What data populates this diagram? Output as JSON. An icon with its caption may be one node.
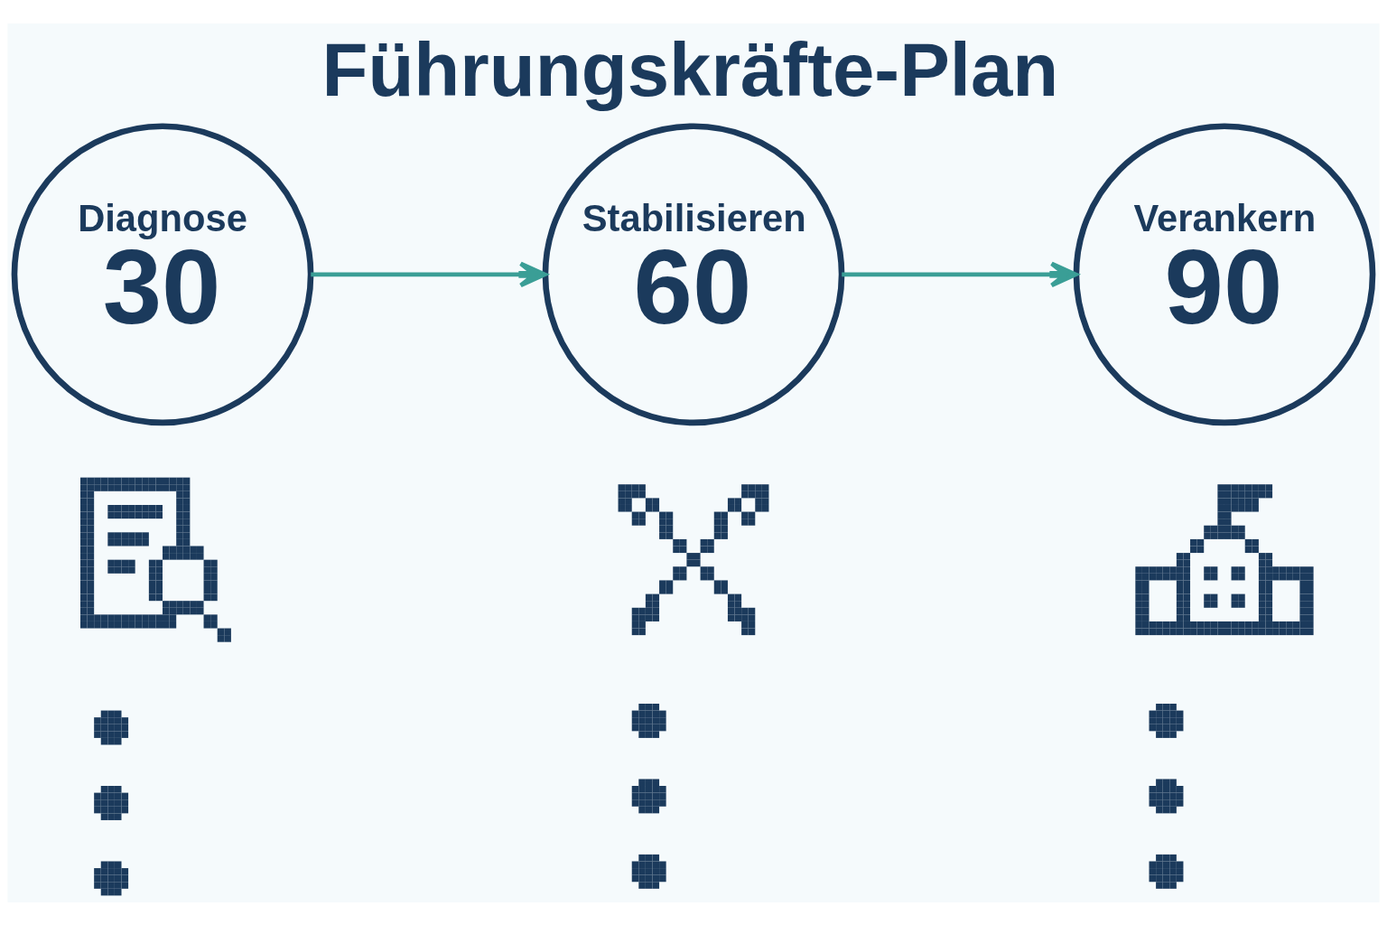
{
  "diagram": {
    "title": "Führungskräfte-Plan",
    "nodes": [
      {
        "text": [
          "Diagnose",
          "30"
        ]
      },
      {
        "text": [
          "Stabilisieren",
          "60"
        ]
      },
      {
        "text": [
          "Verankern",
          "90"
        ]
      }
    ],
    "edges": [
      {
        "from": 0,
        "to": 1,
        "arrow": "to"
      },
      {
        "from": 1,
        "to": 2,
        "arrow": "to"
      }
    ]
  }
}
